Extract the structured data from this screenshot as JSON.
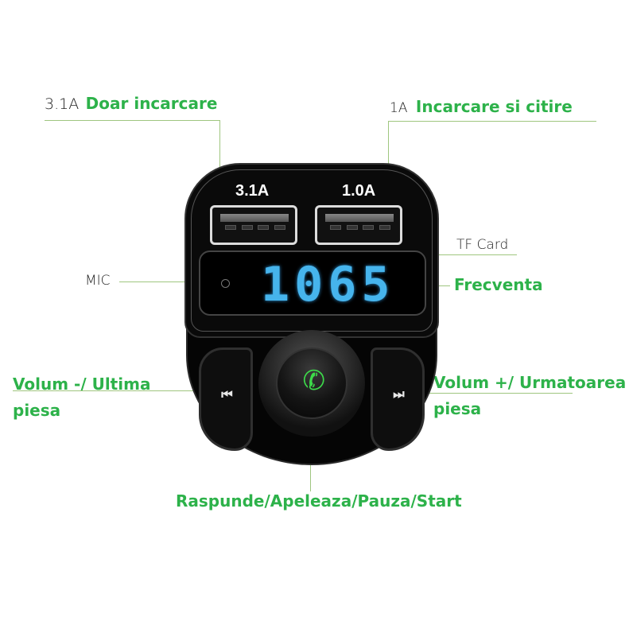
{
  "labels": {
    "usb_left": {
      "spec": "3.1A",
      "description": "Doar incarcare"
    },
    "usb_right": {
      "spec": "1A",
      "description": "Incarcare si citire"
    },
    "tf_card": "TF Card",
    "frequency": "Frecventa",
    "mic": "MIC",
    "volume_down": {
      "line1": "Volum -/ Ultima",
      "line2": "piesa"
    },
    "volume_up": {
      "line1": "Volum +/ Urmatoarea",
      "line2": "piesa"
    },
    "center_button": "Raspunde/Apeleaza/Pauza/Start"
  },
  "device": {
    "usb_ports": [
      {
        "label": "3.1A"
      },
      {
        "label": "1.0A"
      }
    ],
    "display_value": "1065",
    "prev_glyph": "⏮",
    "next_glyph": "⏭",
    "call_glyph": "✆"
  },
  "colors": {
    "label_green": "#2db24a",
    "callout_dot": "#7dc142",
    "callout_line": "#9fc67f",
    "display_blue": "#46b4ec",
    "call_icon_green": "#3ddc4a",
    "device_body": "#0a0a0a"
  }
}
